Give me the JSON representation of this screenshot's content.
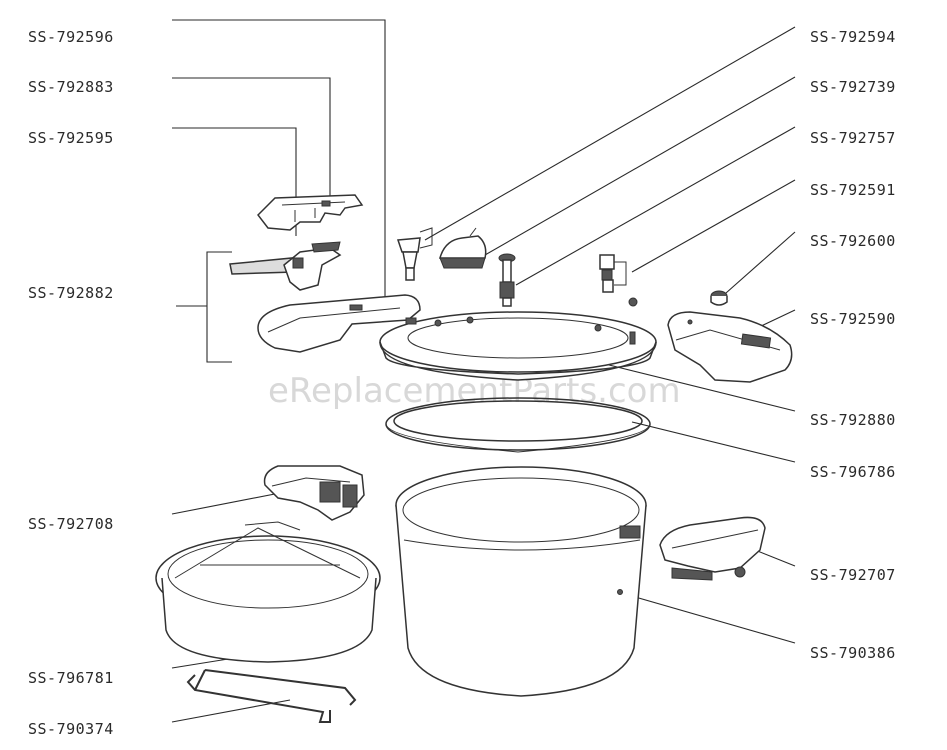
{
  "watermark": "eReplacementParts.com",
  "labels": {
    "p792596": "SS-792596",
    "p792883": "SS-792883",
    "p792595": "SS-792595",
    "p792882": "SS-792882",
    "p792708": "SS-792708",
    "p796781": "SS-796781",
    "p790374": "SS-790374",
    "p792594": "SS-792594",
    "p792739": "SS-792739",
    "p792757": "SS-792757",
    "p792591": "SS-792591",
    "p792600": "SS-792600",
    "p792590": "SS-792590",
    "p792880": "SS-792880",
    "p796786": "SS-796786",
    "p792707": "SS-792707",
    "p790386": "SS-790386"
  }
}
